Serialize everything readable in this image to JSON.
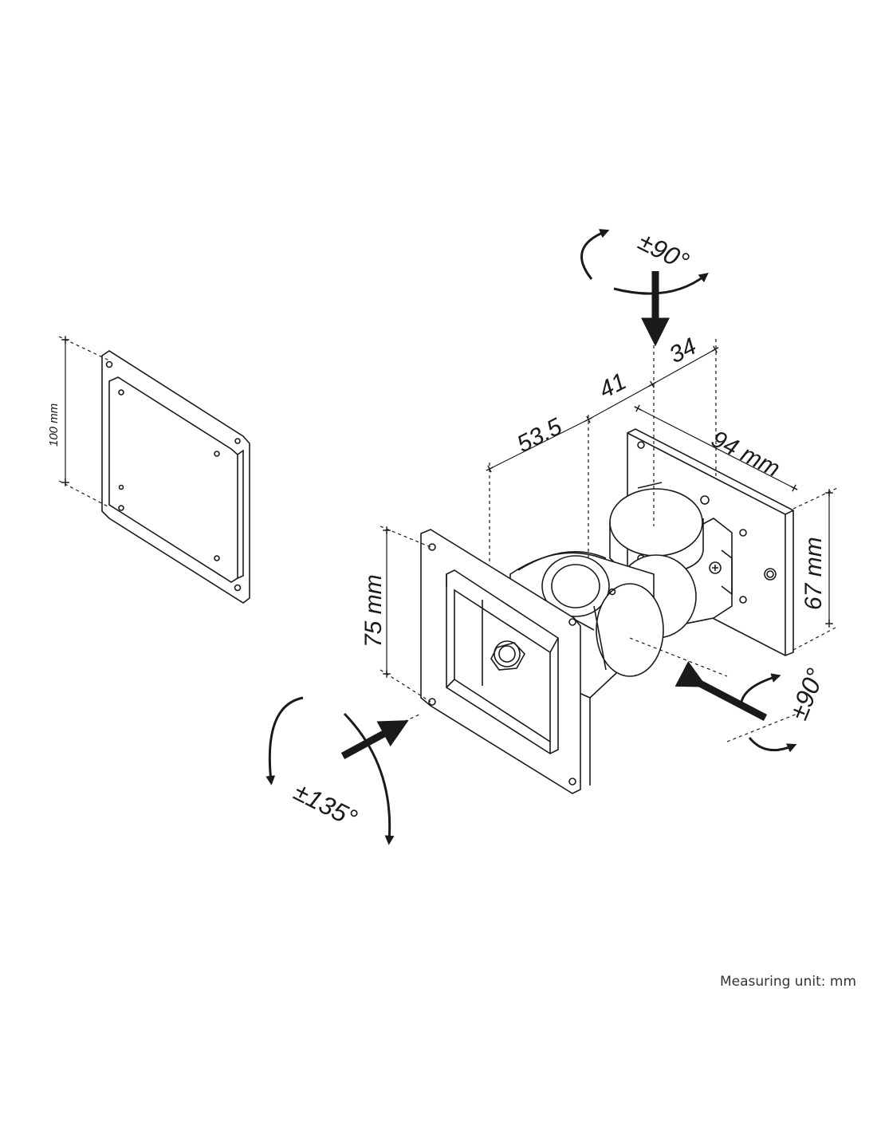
{
  "colors": {
    "line": "#1a1a1a",
    "background": "#ffffff"
  },
  "dimensions": {
    "vesa_100": "100 mm",
    "vesa_75": "75 mm",
    "plate_width": "94 mm",
    "plate_height": "67 mm",
    "arm_1": "53.5",
    "arm_2": "41",
    "arm_3": "34"
  },
  "rotations": {
    "swivel_top": "±90°",
    "swivel_side": "±90°",
    "rotate": "±135°"
  },
  "footer": {
    "unit_note": "Measuring unit: mm"
  }
}
